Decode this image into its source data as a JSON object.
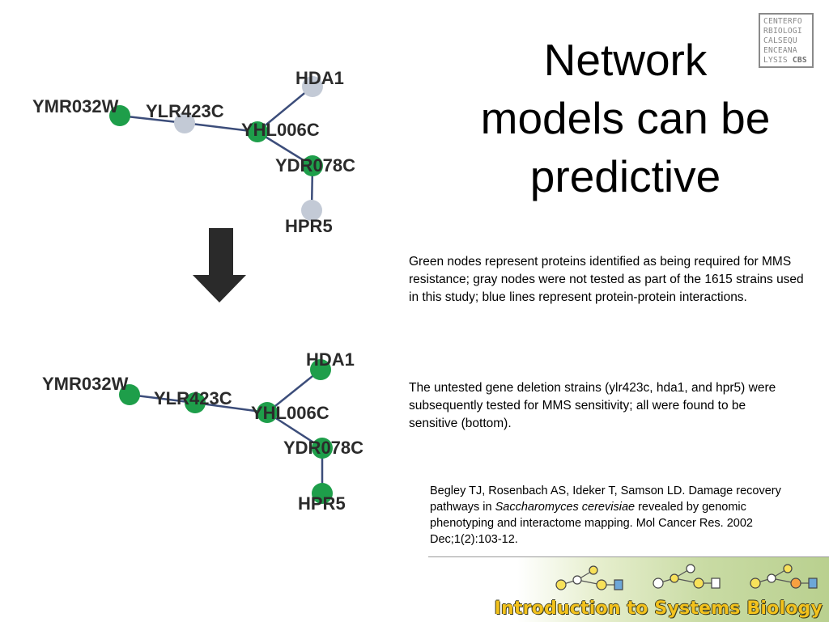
{
  "title_lines": [
    "Network",
    "models can be",
    "predictive"
  ],
  "logo_lines": [
    "CENTERFO",
    "RBIOLOGI",
    "CALSEQU",
    "ENCEANA",
    "LYSIS"
  ],
  "logo_tag": "CBS",
  "description": "Green nodes represent proteins identified as being required for MMS resistance; gray nodes were not tested as part of the 1615 strains used in this study; blue lines represent protein-protein interactions.",
  "followup": "The untested gene deletion strains (ylr423c, hda1, and hpr5) were subsequently tested for MMS sensitivity; all were found to be sensitive (bottom).",
  "reference": {
    "before": "Begley TJ, Rosenbach AS, Ideker T, Samson LD. Damage recovery pathways in ",
    "italic": "Saccharomyces cerevisiae",
    "after": " revealed by genomic phenotyping and interactome mapping. Mol Cancer Res. 2002 Dec;1(2):103-12."
  },
  "colors": {
    "tested_node": "#1e9e4a",
    "untested_node": "#c3cad6",
    "edge": "#3c4d7a",
    "arrow": "#2a2a2a",
    "banner_text": "#f3c21c"
  },
  "networks": {
    "top": {
      "nodes": [
        {
          "label": "YMR032W",
          "status": "tested"
        },
        {
          "label": "YLR423C",
          "status": "untested"
        },
        {
          "label": "YHL006C",
          "status": "tested"
        },
        {
          "label": "HDA1",
          "status": "untested"
        },
        {
          "label": "YDR078C",
          "status": "tested"
        },
        {
          "label": "HPR5",
          "status": "untested"
        }
      ]
    },
    "bottom": {
      "nodes": [
        {
          "label": "YMR032W",
          "status": "tested"
        },
        {
          "label": "YLR423C",
          "status": "tested"
        },
        {
          "label": "YHL006C",
          "status": "tested"
        },
        {
          "label": "HDA1",
          "status": "tested"
        },
        {
          "label": "YDR078C",
          "status": "tested"
        },
        {
          "label": "HPR5",
          "status": "tested"
        }
      ]
    }
  },
  "footer": {
    "course_title": "Introduction to Systems Biology",
    "art": "network-glyphs"
  }
}
